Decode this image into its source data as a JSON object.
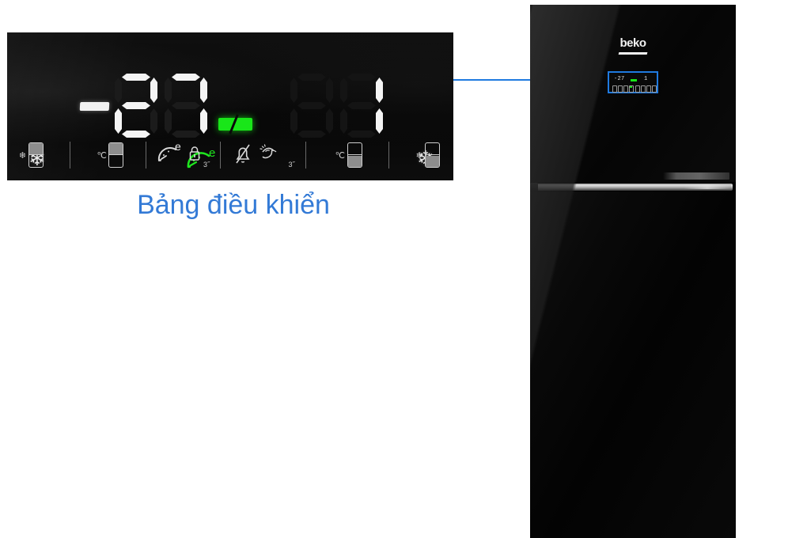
{
  "caption": {
    "text": "Bảng điều khiển",
    "color": "#337ad6"
  },
  "colors": {
    "panel_background": "#0a0a0a",
    "segment_on": "#f4f4f4",
    "segment_off": "#1b1b1b",
    "indicator_green": "#19e619",
    "highlight_blue": "#1f7ae0",
    "caption_blue": "#337ad6"
  },
  "control_panel": {
    "freezer_display": {
      "label": "freezer-temperature",
      "sign": "-",
      "value": "27",
      "digits": [
        {
          "char": "2",
          "segments": [
            "A",
            "B",
            "G",
            "E",
            "D"
          ],
          "state": "on"
        },
        {
          "char": "7",
          "segments": [
            "A",
            "B",
            "C"
          ],
          "state": "on"
        }
      ]
    },
    "fridge_display": {
      "label": "fridge-temperature",
      "value": "1",
      "digits": [
        {
          "char": "",
          "segments": [],
          "state": "ghost"
        },
        {
          "char": "1",
          "segments": [
            "B",
            "C"
          ],
          "state": "on"
        }
      ]
    },
    "indicators": [
      {
        "name": "door-open-alarm-off-bar",
        "icon": "bar-slashed-icon",
        "color": "#19e619",
        "lit": true
      },
      {
        "name": "eco-mode-indicator",
        "icon": "eco-gauge-e-icon",
        "color": "#19e619",
        "lit": true
      }
    ],
    "status_badges": [
      {
        "name": "freezer-fast-freeze-badge",
        "icon": "snowflake-icon",
        "side": "left"
      },
      {
        "name": "fridge-fast-cool-badge",
        "icon": "snowflake-icon",
        "side": "right"
      }
    ],
    "buttons": [
      {
        "id": "freezer-set",
        "icon": "snowflake-compartment-icon",
        "label": "",
        "prefix": "❄",
        "fill": "top"
      },
      {
        "id": "freezer-temp",
        "icon": "celsius-compartment-icon",
        "label": "",
        "prefix": "℃",
        "fill": "top"
      },
      {
        "id": "eco-mode",
        "icon": "eco-gauge-e-icon",
        "label": "e",
        "prefix": "",
        "fill": "none"
      },
      {
        "id": "key-lock",
        "icon": "padlock-icon",
        "label": "3˝",
        "prefix": "",
        "fill": "none"
      },
      {
        "id": "alarm-off",
        "icon": "bell-slashed-icon",
        "label": "",
        "prefix": "",
        "fill": "none"
      },
      {
        "id": "vacation-mode",
        "icon": "umbrella-vacation-icon",
        "label": "3˝",
        "prefix": "",
        "fill": "none"
      },
      {
        "id": "fridge-temp",
        "icon": "celsius-compartment-icon",
        "label": "",
        "prefix": "℃",
        "fill": "bottom"
      },
      {
        "id": "fridge-set",
        "icon": "snowflake-compartment-icon",
        "label": "",
        "prefix": "❄",
        "fill": "bottom"
      }
    ]
  },
  "product_image": {
    "brand": "beko",
    "door_panel": {
      "left_value": "-27",
      "right_value": "1",
      "highlighted": true,
      "highlight_color": "#1f7ae0"
    }
  },
  "connector": {
    "name": "callout-line",
    "color": "#1f7ae0"
  }
}
